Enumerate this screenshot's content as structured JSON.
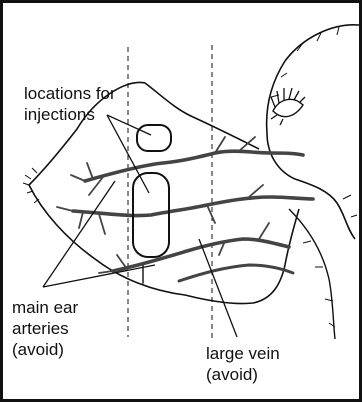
{
  "labels": {
    "injection_locations": [
      "locations for",
      "injections"
    ],
    "main_ear_arteries": [
      "main ear",
      "arteries",
      "(avoid)"
    ],
    "large_vein": [
      "large vein",
      "(avoid)"
    ]
  },
  "colors": {
    "line": "#111111",
    "vessel": "#444444",
    "background": "#ffffff"
  }
}
